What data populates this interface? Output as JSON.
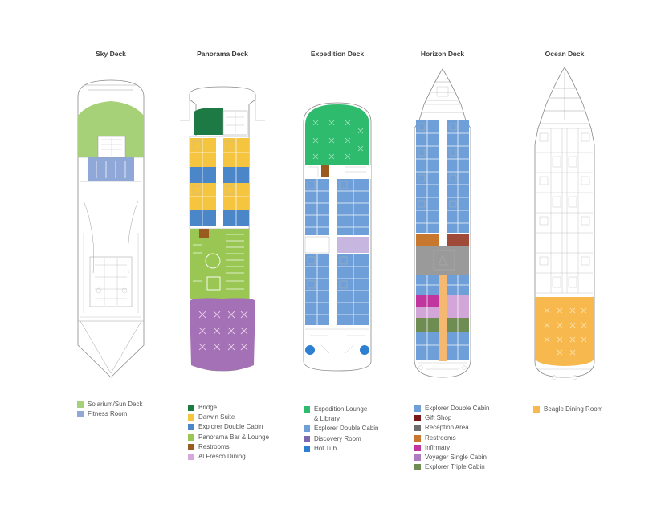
{
  "colors": {
    "solarium": "#a6d178",
    "fitness": "#8fa8d8",
    "bridge": "#1e7a44",
    "darwin": "#f5c540",
    "explorer_double": "#4b86c8",
    "panorama_bar": "#9ac653",
    "restrooms": "#9a5c1e",
    "al_fresco": "#a571b6",
    "expedition_lounge": "#2fbb6e",
    "explorer_double_light": "#6f9fd8",
    "discovery": "#7d67b0",
    "hot_tub": "#2d7fd0",
    "gift_shop": "#7a1818",
    "reception": "#8a8a8a",
    "restrooms_orange": "#c8782e",
    "infirmary": "#c0369e",
    "voyager_single": "#b07cc0",
    "explorer_triple": "#6f8c52",
    "beagle": "#f7b94e",
    "corridor": "#f4b870"
  },
  "decks": [
    {
      "title": "Sky Deck",
      "legend": [
        {
          "label": "Solarium/Sun Deck",
          "color": "#a6d178"
        },
        {
          "label": "Fitness Room",
          "color": "#8fa8d8"
        }
      ]
    },
    {
      "title": "Panorama Deck",
      "legend": [
        {
          "label": "Bridge",
          "color": "#1e7a44"
        },
        {
          "label": "Darwin Suite",
          "color": "#f5c540"
        },
        {
          "label": "Explorer Double Cabin",
          "color": "#4b86c8"
        },
        {
          "label": "Panorama Bar & Lounge",
          "color": "#9ac653"
        },
        {
          "label": "Restrooms",
          "color": "#9a5c1e"
        },
        {
          "label": "Al Fresco Dining",
          "color": "#d7a8dc"
        }
      ]
    },
    {
      "title": "Expedition Deck",
      "legend": [
        {
          "label": "Expedition Lounge\n& Library",
          "color": "#2fbb6e"
        },
        {
          "label": "Explorer Double Cabin",
          "color": "#6f9fd8"
        },
        {
          "label": "Discovery Room",
          "color": "#7d67b0"
        },
        {
          "label": "Hot Tub",
          "color": "#2d7fd0"
        }
      ]
    },
    {
      "title": "Horizon Deck",
      "legend": [
        {
          "label": "Explorer Double Cabin",
          "color": "#6f9fd8"
        },
        {
          "label": "Gift Shop",
          "color": "#7a1818"
        },
        {
          "label": "Reception Area",
          "color": "#6e6e6e"
        },
        {
          "label": "Restrooms",
          "color": "#c8782e"
        },
        {
          "label": "Infirmary",
          "color": "#c0369e"
        },
        {
          "label": "Voyager Single Cabin",
          "color": "#b07cc0"
        },
        {
          "label": "Explorer Triple Cabin",
          "color": "#6f8c52"
        }
      ]
    },
    {
      "title": "Ocean Deck",
      "legend": [
        {
          "label": "Beagle Dining Room",
          "color": "#f7b94e"
        }
      ]
    }
  ]
}
